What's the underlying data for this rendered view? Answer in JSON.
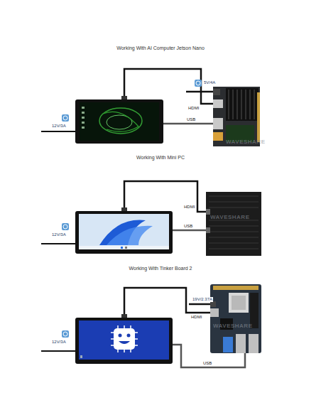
{
  "diagram": {
    "labels": [
      "Working With AI Computer Jetson Nano",
      "5V/4A",
      "12V/3A",
      "HDMI",
      "USB",
      "WAVESHARE",
      "Working With Mini PC",
      "HDMI",
      "12V/3A",
      "USB",
      "WAVESHARE",
      "Working With Tinker Board 2",
      "19V/2.37A",
      "HDMI",
      "12V/3A",
      "USB",
      "WAVESHARE"
    ]
  }
}
